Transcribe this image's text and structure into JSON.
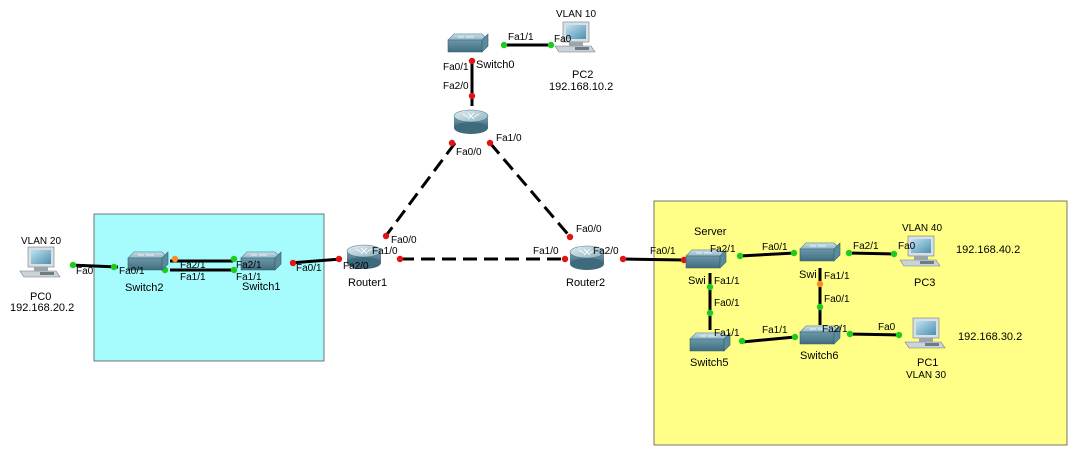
{
  "areas": {
    "left_color": "#a6fbfd",
    "right_color": "#ffff88"
  },
  "devices": {
    "pc0": {
      "name": "PC0",
      "ip": "192.168.20.2",
      "vlan": "VLAN 20"
    },
    "pc1": {
      "name": "PC1",
      "ip": "192.168.30.2",
      "vlan": "VLAN 30"
    },
    "pc2": {
      "name": "PC2",
      "ip": "192.168.10.2",
      "vlan": "VLAN 10"
    },
    "pc3": {
      "name": "PC3",
      "ip": "192.168.40.2",
      "vlan": "VLAN 40"
    },
    "switch0": {
      "name": "Switch0"
    },
    "switch1": {
      "name": "Switch1"
    },
    "switch2": {
      "name": "Switch2"
    },
    "switch5": {
      "name": "Switch5"
    },
    "switch6": {
      "name": "Switch6"
    },
    "router1": {
      "name": "Router1"
    },
    "router2": {
      "name": "Router2"
    },
    "server_label": "Server",
    "switch_server": {
      "name": "Swi"
    },
    "switch_right": {
      "name": "Swi"
    }
  },
  "ports": {
    "fa0": "Fa0",
    "fa0_1": "Fa0/1",
    "fa0_0": "Fa0/0",
    "fa1_0": "Fa1/0",
    "fa1_1": "Fa1/1",
    "fa2_0": "Fa2/0",
    "fa2_1": "Fa2/1"
  }
}
